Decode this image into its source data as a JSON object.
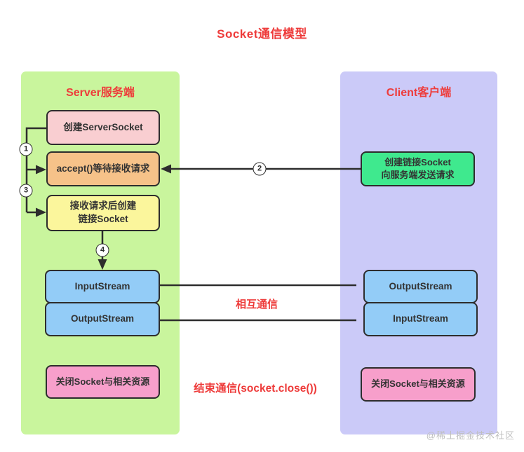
{
  "title": "Socket通信模型",
  "server": {
    "header": "Server服务端",
    "create_box": "创建ServerSocket",
    "accept_box": "accept()等待接收请求",
    "socket_box_line1": "接收请求后创建",
    "socket_box_line2": "链接Socket",
    "input_stream": "InputStream",
    "output_stream": "OutputStream",
    "close_box": "关闭Socket与相关资源"
  },
  "client": {
    "header": "Client客户端",
    "create_box_line1": "创建链接Socket",
    "create_box_line2": "向服务端发送请求",
    "output_stream": "OutputStream",
    "input_stream": "InputStream",
    "close_box": "关闭Socket与相关资源"
  },
  "steps": {
    "one": "1",
    "two": "2",
    "three": "3",
    "four": "4"
  },
  "labels": {
    "mutual_communication": "相互通信",
    "end_communication": "结束通信(socket.close())"
  },
  "watermark": "@稀土掘金技术社区",
  "colors": {
    "red_text": "#ee3b3a",
    "panel_server_green": "#c9f59d",
    "panel_client_lavender": "#cbcaf8",
    "box_pink_light": "#f9ced1",
    "box_orange": "#f6c289",
    "box_yellow": "#fbf69c",
    "box_blue": "#93ccf7",
    "box_green": "#3fe98e",
    "box_pink_bright": "#f79fcb",
    "line_dark": "#2d2d2d",
    "watermark_gray": "#bfbfbf"
  }
}
